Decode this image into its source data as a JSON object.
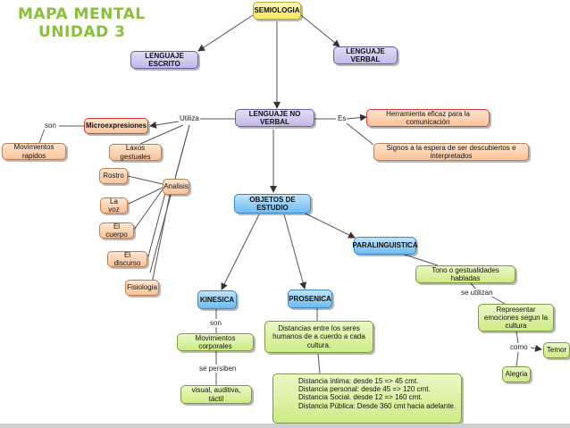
{
  "title": {
    "line1": "MAPA  MENTAL",
    "line2": "UNIDAD  3"
  },
  "nodes": {
    "semiologia": "SEMIOLOGIA",
    "lenguaje_escrito": "LENGUAJE ESCRITO",
    "lenguaje_verbal": "LENGUAJE VERBAL",
    "lenguaje_no_verbal": "LENGUAJE NO VERBAL",
    "microexpresiones": "Microexpresiones",
    "movimientos_rapidos": "Movimientos rapidos",
    "laxos_gestuales": "Laxos gestuales",
    "herramienta": "Herramienta eficaz para la comunicación",
    "signos": "Signos a la espera de ser descubiertos e interpretados",
    "analisis": "Analisis",
    "rostro": "Rostro",
    "la_voz": "La voz",
    "el_cuerpo": "El cuerpo",
    "el_discurso": "El discurso",
    "fisiologia": "Fisiologia",
    "objetos_de_estudio": "OBJETOS DE ESTUDIO",
    "paralinguistica": "PARALINGUISTICA",
    "tono": "Tono o gestualidades habladas",
    "representar": "Representar emociones segun la cultura",
    "temor": "Temor",
    "alegria": "Alegria",
    "kinesica": "KINESICA",
    "movimientos_corporales": "Movimientos corporales",
    "visual": "visual, auditiva, táctil",
    "prosenica": "PROSENICA",
    "distancias": "Distancias entre los seres humanos de a cuerdo a cada cultura.",
    "distancia_lines": [
      "Distancia íntima: desde  15 => 45 cmt.",
      "Distancia personal: desde  45 => 120 cmt.",
      "Distancia Social. desde  12 => 160 cmt.",
      "Distancia Pública: Desde  360 cmt hacia adelante."
    ]
  },
  "link_labels": {
    "son_micro": "son",
    "utiliza": "Utiliza",
    "es": "Es",
    "son_kinesica": "son",
    "se_persiben": "se persiben",
    "se_utilizan": "se utilizan",
    "como": "como"
  },
  "colors": {
    "title": "#8bbf3a",
    "purple_node": "#c3b8e6",
    "yellow_node": "#f5e66a",
    "blue_node": "#6fbcef",
    "peach_node": "#f9c29a",
    "green_node": "#cdeb85",
    "connector": "#444444"
  }
}
